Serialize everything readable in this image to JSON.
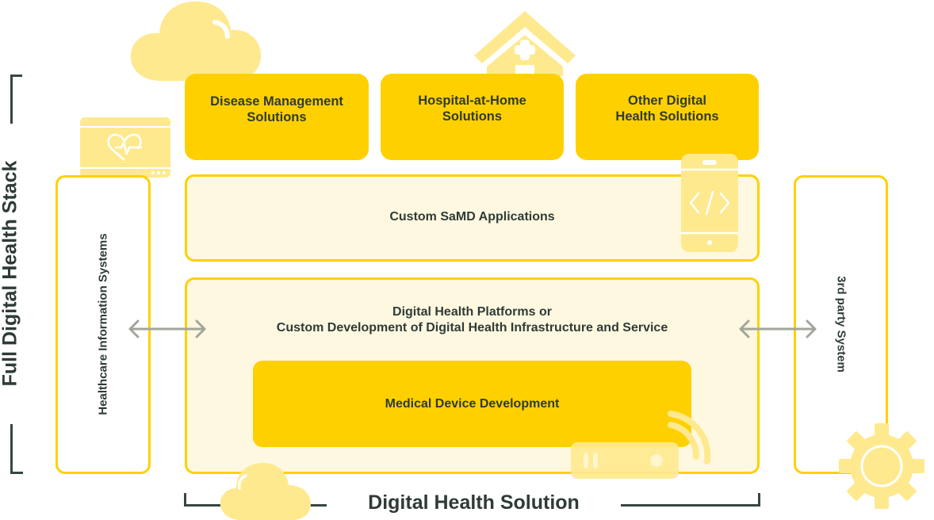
{
  "diagram": {
    "title_vertical": "Full Digital Health Stack",
    "bottom_label": "Digital Health Solution",
    "top_solutions": [
      {
        "label": "Disease Management\nSolutions"
      },
      {
        "label": "Hospital-at-Home\nSolutions"
      },
      {
        "label": "Other Digital\nHealth Solutions"
      }
    ],
    "samd_layer": {
      "label": "Custom SaMD Applications"
    },
    "platform_layer": {
      "label": "Digital Health Platforms or\nCustom Development of Digital Health Infrastructure and Service"
    },
    "device_layer": {
      "label": "Medical Device Development"
    },
    "left_system": {
      "label": "Healthcare Information Systems"
    },
    "right_system": {
      "label": "3rd party System"
    },
    "connections": [
      {
        "from": "Healthcare Information Systems",
        "to": "Digital Health Platforms",
        "type": "bidirectional-arrow"
      },
      {
        "from": "Digital Health Platforms",
        "to": "3rd party System",
        "type": "bidirectional-arrow"
      }
    ],
    "icons": [
      "cloud-icon",
      "hospital-home-icon",
      "heart-monitor-icon",
      "smartphone-code-icon",
      "wireless-device-icon",
      "gear-icon",
      "cloud-small-icon"
    ]
  },
  "colors": {
    "primary_yellow": "#FFD000",
    "light_yellow_fill": "#FFF8E1",
    "icon_yellow": "#FFE98F",
    "text_dark": "#2f3b36",
    "bracket": "#384641",
    "arrow_gray": "#a3a59b"
  }
}
